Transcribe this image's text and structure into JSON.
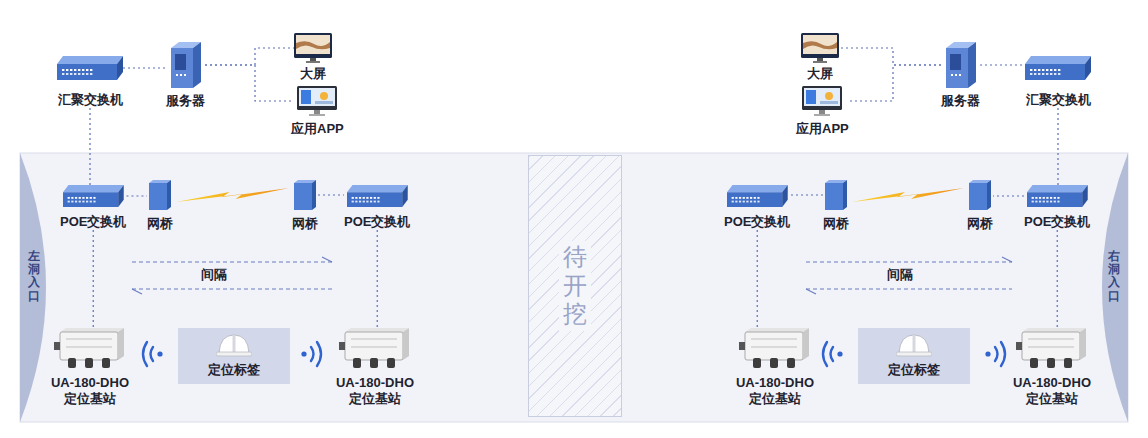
{
  "diagram": {
    "nodes": [
      {
        "text": [
          "汇聚交换机"
        ]
      },
      {
        "text": [
          "服务器"
        ]
      },
      {
        "text": [
          "大屏"
        ]
      },
      {
        "text": [
          "应用APP"
        ]
      },
      {
        "text": [
          "大屏"
        ]
      },
      {
        "text": [
          "应用APP"
        ]
      },
      {
        "text": [
          "服务器"
        ]
      },
      {
        "text": [
          "汇聚交换机"
        ]
      },
      {
        "text": [
          "左洞入口"
        ]
      },
      {
        "text": [
          "POE交换机"
        ]
      },
      {
        "text": [
          "网桥"
        ]
      },
      {
        "text": [
          "网桥"
        ]
      },
      {
        "text": [
          "POE交换机"
        ]
      },
      {
        "text": [
          "UA-180-DHO 定位基站"
        ]
      },
      {
        "text": [
          "定位标签"
        ]
      },
      {
        "text": [
          "UA-180-DHO 定位基站"
        ]
      },
      {
        "text": [
          "待开挖"
        ]
      },
      {
        "text": [
          "POE交换机"
        ]
      },
      {
        "text": [
          "网桥"
        ]
      },
      {
        "text": [
          "网桥"
        ]
      },
      {
        "text": [
          "POE交换机"
        ]
      },
      {
        "text": [
          "UA-180-DHO 定位基站"
        ]
      },
      {
        "text": [
          "定位标签"
        ]
      },
      {
        "text": [
          "UA-180-DHO 定位基站"
        ]
      },
      {
        "text": [
          "右洞入口"
        ]
      }
    ],
    "edges": [
      {
        "from": 0,
        "to": 1,
        "arrow": "none"
      },
      {
        "from": 1,
        "to": 2,
        "arrow": "none"
      },
      {
        "from": 1,
        "to": 3,
        "arrow": "none"
      },
      {
        "from": 0,
        "to": 9,
        "arrow": "none"
      },
      {
        "from": 9,
        "to": 10,
        "arrow": "none"
      },
      {
        "from": 10,
        "to": 11,
        "arrow": "none"
      },
      {
        "from": 11,
        "to": 12,
        "arrow": "none"
      },
      {
        "from": 9,
        "to": 13,
        "arrow": "none"
      },
      {
        "from": 12,
        "to": 15,
        "arrow": "none"
      },
      {
        "from": 6,
        "to": 4,
        "arrow": "none"
      },
      {
        "from": 6,
        "to": 5,
        "arrow": "none"
      },
      {
        "from": 6,
        "to": 7,
        "arrow": "none"
      },
      {
        "from": 7,
        "to": 20,
        "arrow": "none"
      },
      {
        "from": 20,
        "to": 19,
        "arrow": "none"
      },
      {
        "from": 19,
        "to": 18,
        "arrow": "none"
      },
      {
        "from": 18,
        "to": 17,
        "arrow": "none"
      },
      {
        "from": 17,
        "to": 21,
        "arrow": "none"
      },
      {
        "from": 20,
        "to": 23,
        "arrow": "none"
      }
    ],
    "labels": [
      "间隔",
      "间隔"
    ]
  }
}
